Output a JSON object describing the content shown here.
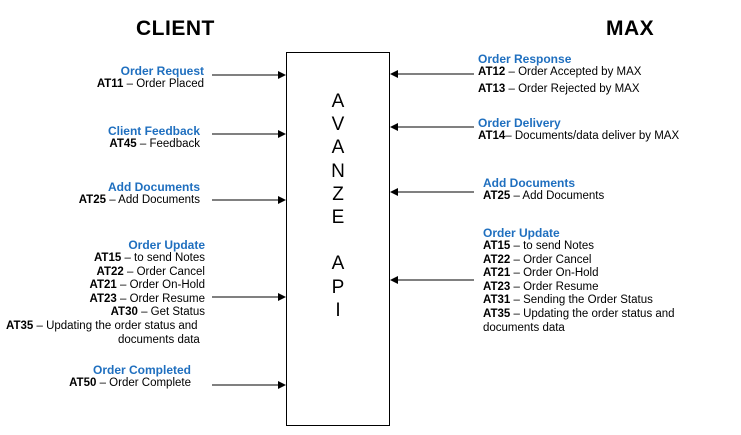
{
  "headers": {
    "client": "CLIENT",
    "max": "MAX"
  },
  "api_letters": [
    "A",
    "V",
    "A",
    "N",
    "Z",
    "E",
    "",
    "A",
    "P",
    "I"
  ],
  "client": [
    {
      "title": "Order Request",
      "lines": [
        {
          "code": "AT11",
          "text": " – Order Placed"
        }
      ]
    },
    {
      "title": "Client Feedback",
      "lines": [
        {
          "code": "AT45",
          "text": " – Feedback"
        }
      ]
    },
    {
      "title": "Add Documents",
      "lines": [
        {
          "code": "AT25",
          "text": " – Add Documents"
        }
      ]
    },
    {
      "title": "Order Update",
      "lines": [
        {
          "code": "AT15",
          "text": " – to send Notes"
        },
        {
          "code": "AT22",
          "text": " – Order Cancel"
        },
        {
          "code": "AT21",
          "text": " – Order On-Hold"
        },
        {
          "code": "AT23",
          "text": " – Order Resume"
        },
        {
          "code": "AT30",
          "text": " – Get Status"
        },
        {
          "code": "AT35",
          "text": " – Updating the order status and"
        },
        {
          "code": "",
          "text": "documents data"
        }
      ]
    },
    {
      "title": "Order Completed",
      "lines": [
        {
          "code": "AT50",
          "text": " – Order Complete"
        }
      ]
    }
  ],
  "max": [
    {
      "title": "Order Response",
      "lines": [
        {
          "code": "AT12",
          "text": " – Order Accepted by MAX"
        },
        {
          "code": "AT13",
          "text": " – Order Rejected by MAX"
        }
      ]
    },
    {
      "title": "Order Delivery",
      "lines": [
        {
          "code": "AT14",
          "text": "– Documents/data deliver by MAX"
        }
      ]
    },
    {
      "title": "Add Documents",
      "lines": [
        {
          "code": "AT25",
          "text": " – Add Documents"
        }
      ]
    },
    {
      "title": "Order Update",
      "lines": [
        {
          "code": "AT15",
          "text": " – to send Notes"
        },
        {
          "code": "AT22",
          "text": " – Order Cancel"
        },
        {
          "code": "AT21",
          "text": " – Order On-Hold"
        },
        {
          "code": "AT23",
          "text": " – Order Resume"
        },
        {
          "code": "AT31",
          "text": " – Sending the Order Status"
        },
        {
          "code": "AT35",
          "text": " – Updating the order status and"
        },
        {
          "code": "",
          "text": "documents data"
        }
      ]
    }
  ],
  "colors": {
    "section_title": "#1f6fbf",
    "text": "#000000"
  }
}
